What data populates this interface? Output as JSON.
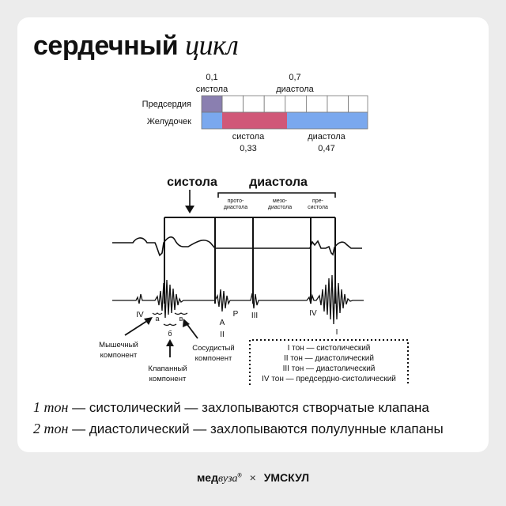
{
  "title": {
    "main": "сердечный",
    "italic": "цикл"
  },
  "timing": {
    "atria_label": "Предсердия",
    "ventricle_label": "Желудочек",
    "atria_systole_value": "0,1",
    "atria_systole_label": "систола",
    "atria_diastole_value": "0,7",
    "atria_diastole_label": "диастола",
    "ventricle_systole_label": "систола",
    "ventricle_systole_value": "0,33",
    "ventricle_diastole_label": "диастола",
    "ventricle_diastole_value": "0,47",
    "colors": {
      "atria_systole": "#8a7fb0",
      "ventricle_systole": "#d05878",
      "ventricle_diastole": "#7aa8ee"
    }
  },
  "phono": {
    "systole_label": "систола",
    "diastole_label": "диастола",
    "protodiastole": [
      "прото-",
      "диастола"
    ],
    "mesodiastole": [
      "мезо-",
      "диастола"
    ],
    "presystole": [
      "пре-",
      "систола"
    ],
    "tone_IV": "IV",
    "comp_a": "а",
    "comp_b": "б",
    "comp_v": "в",
    "tone_A": "A",
    "tone_P": "P",
    "tone_II": "II",
    "tone_III": "III",
    "tone_IV_right": "IV",
    "tone_I": "I",
    "muscle_component": [
      "Мышечный",
      "компонент"
    ],
    "valve_component": [
      "Клапанный",
      "компонент"
    ],
    "vascular_component": [
      "Сосудистый",
      "компонент"
    ],
    "legend": [
      "I тон — систолический",
      "II тон — диастолический",
      "III тон — диастолический",
      "IV тон — предсердно-систолический"
    ]
  },
  "notes": {
    "line1_italic": "1 тон",
    "line1_text": " — систолический — захлопываются створчатые клапана",
    "line2_italic": "2 тон",
    "line2_text": " — диастолический — захлопываются полулунные клапаны"
  },
  "footer": {
    "brand1_a": "мед",
    "brand1_b": "вуза",
    "reg": "®",
    "times": "×",
    "brand2": "УМСКУЛ"
  }
}
